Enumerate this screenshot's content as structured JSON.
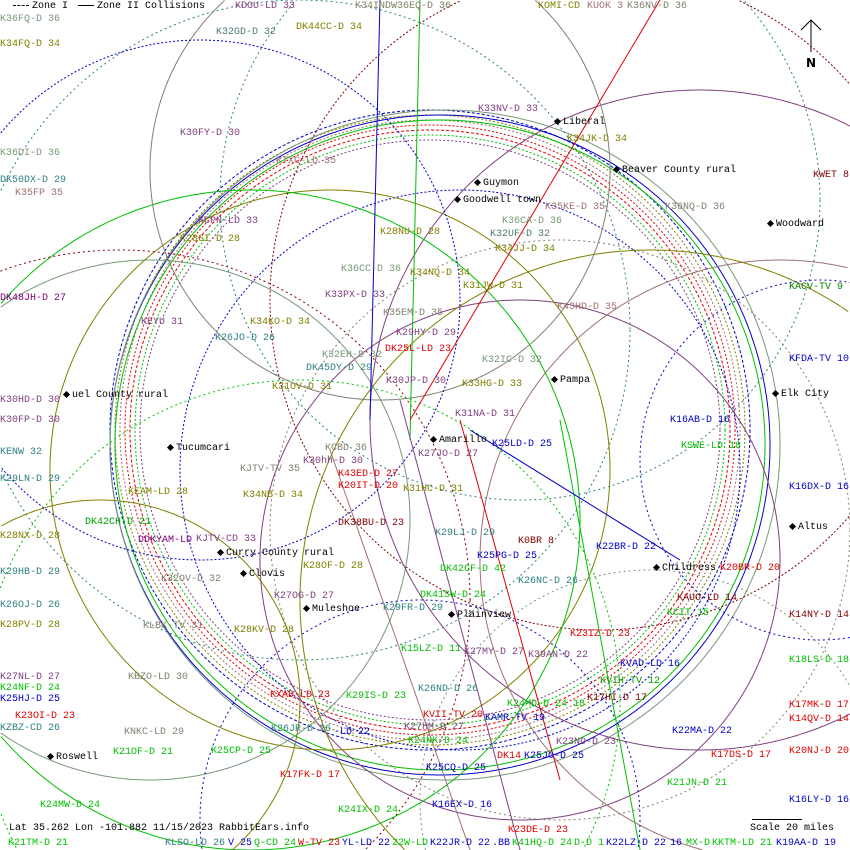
{
  "legend": {
    "zone1": "Zone I",
    "zone2": "Zone II Collisions"
  },
  "footer": {
    "coords": "Lat 35.262 Lon -101.882 11/15/2023 RabbitEars.info",
    "scale": "Scale 20 miles"
  },
  "north": "N",
  "colors": {
    "olive": "#808000",
    "sage": "#789878",
    "purple": "#804080",
    "teal": "#2f8080",
    "green": "#00c000",
    "blue": "#0000c8",
    "red": "#e00000",
    "darkred": "#800000",
    "rose": "#a07070",
    "slate": "#507878",
    "gray": "#808070"
  },
  "cities": [
    "Liberal",
    "Beaver County rural",
    "Guymon",
    "Goodwell town",
    "Woodward",
    "Pampa",
    "Elk City",
    "uel County rural",
    "Tucumcari",
    "Amarillo",
    "Altus",
    "Curry County rural",
    "Childress",
    "Clovis",
    "Muleshoe",
    "Plainview",
    "Roswell"
  ],
  "labels": [
    {
      "text": "K36FQ-D 36",
      "color": "#789878"
    },
    {
      "text": "KDGU-LD 33",
      "color": "#804080"
    },
    {
      "text": "DK44CC-D 34",
      "color": "#808000"
    },
    {
      "text": "K34INDW36EQ-D 36",
      "color": "#808060"
    },
    {
      "text": "KOMI-CD",
      "color": "#808000"
    },
    {
      "text": "KUOK 3",
      "color": "#a07070"
    },
    {
      "text": "K36NV-D 36",
      "color": "#808070"
    },
    {
      "text": "K32GD-D 32",
      "color": "#507878"
    },
    {
      "text": "K34FQ-D 34",
      "color": "#808000"
    },
    {
      "text": "K30FY-D 30",
      "color": "#804080"
    },
    {
      "text": "KTXC-LD 35",
      "color": "#a07070"
    },
    {
      "text": "K36DI-D 36",
      "color": "#789878"
    },
    {
      "text": "DK50DX-D 29",
      "color": "#2f8080"
    },
    {
      "text": "K35FP 35",
      "color": "#a07070"
    },
    {
      "text": "KCPN-LD 33",
      "color": "#804080"
    },
    {
      "text": "K28GI-D 28",
      "color": "#808000"
    },
    {
      "text": "K28NU-D 28",
      "color": "#808000"
    },
    {
      "text": "K36CC-D 36",
      "color": "#789878"
    },
    {
      "text": "K33PX-D 33",
      "color": "#804080"
    },
    {
      "text": "DK48JH-D 27",
      "color": "#800080"
    },
    {
      "text": "K33NV-D 33",
      "color": "#804080"
    },
    {
      "text": "K34JK-D 34",
      "color": "#808000"
    },
    {
      "text": "K35KE-D 35",
      "color": "#a07070"
    },
    {
      "text": "K36CA-D 36",
      "color": "#789878"
    },
    {
      "text": "K36NQ-D 36",
      "color": "#808070"
    },
    {
      "text": "K32UF-D 32",
      "color": "#507878"
    },
    {
      "text": "K34JJ-D 34",
      "color": "#808000"
    },
    {
      "text": "K34NQ-D 34",
      "color": "#808000"
    },
    {
      "text": "K31JW-D 31",
      "color": "#808000"
    },
    {
      "text": "KWET 8",
      "color": "#800000"
    },
    {
      "text": "KACV-TV 9",
      "color": "#008000"
    },
    {
      "text": "K43HD-D 35",
      "color": "#a07070"
    },
    {
      "text": "K34KO-D 34",
      "color": "#808000"
    },
    {
      "text": "K35EM-D 35",
      "color": "#808070"
    },
    {
      "text": "KEYU 31",
      "color": "#804080"
    },
    {
      "text": "K26JO-D 26",
      "color": "#2f8080"
    },
    {
      "text": "K29HY-D 29",
      "color": "#804080"
    },
    {
      "text": "DK25L-LD 23",
      "color": "#e00000"
    },
    {
      "text": "K32EH-D 32",
      "color": "#789878"
    },
    {
      "text": "K32IC-D 32",
      "color": "#789878"
    },
    {
      "text": "DK45DY-D 29",
      "color": "#2f8080"
    },
    {
      "text": "KFDA-TV 10",
      "color": "#0000c8"
    },
    {
      "text": "K30JP-D 30",
      "color": "#804080"
    },
    {
      "text": "K33HG-D 33",
      "color": "#808000"
    },
    {
      "text": "K31OV-D 31",
      "color": "#808000"
    },
    {
      "text": "K30HD-D 30",
      "color": "#804080"
    },
    {
      "text": "K30FP-D 30",
      "color": "#804080"
    },
    {
      "text": "K31NA-D 31",
      "color": "#804080"
    },
    {
      "text": "K16AB-D 16",
      "color": "#0000c8"
    },
    {
      "text": "KENW 32",
      "color": "#2f8080"
    },
    {
      "text": "KCBD 36",
      "color": "#808070"
    },
    {
      "text": "K30hh-D 30",
      "color": "#804080"
    },
    {
      "text": "K25LD-D 25",
      "color": "#0000c8"
    },
    {
      "text": "K27JO-D 27",
      "color": "#804080"
    },
    {
      "text": "KSWE-LD 18",
      "color": "#00c000"
    },
    {
      "text": "KJTV-TV 35",
      "color": "#808070"
    },
    {
      "text": "K43ED-D 27",
      "color": "#e00000"
    },
    {
      "text": "K20IT-D 20",
      "color": "#e00000"
    },
    {
      "text": "K29LN-D 29",
      "color": "#2f8080"
    },
    {
      "text": "K16DX-D 16",
      "color": "#0000c8"
    },
    {
      "text": "KEAM-LD 28",
      "color": "#808000"
    },
    {
      "text": "K34NB-D 34",
      "color": "#808000"
    },
    {
      "text": "K31HC-D 31",
      "color": "#808000"
    },
    {
      "text": "DK42CH-D 21",
      "color": "#00a000"
    },
    {
      "text": "DK38BU-D 23",
      "color": "#800000"
    },
    {
      "text": "DDKYAM-LD",
      "color": "#800080"
    },
    {
      "text": "KJTV-CD 33",
      "color": "#804080"
    },
    {
      "text": "K28NX-D 28",
      "color": "#808000"
    },
    {
      "text": "K29LJ-D 29",
      "color": "#2f8080"
    },
    {
      "text": "K0BR 8",
      "color": "#800000"
    },
    {
      "text": "K22BR-D 22",
      "color": "#0000c8"
    },
    {
      "text": "K25PG-D 25",
      "color": "#0000c8"
    },
    {
      "text": "K28OF-D 28",
      "color": "#808000"
    },
    {
      "text": "DK42CF-D 42",
      "color": "#00c000"
    },
    {
      "text": "K20BR-D 20",
      "color": "#e00000"
    },
    {
      "text": "K29HB-D 29",
      "color": "#2f8080"
    },
    {
      "text": "K26NC-D 26",
      "color": "#2f8080"
    },
    {
      "text": "K32OV-D 32",
      "color": "#808070"
    },
    {
      "text": "KAUO-LD 14",
      "color": "#800000"
    },
    {
      "text": "K27OG-D 27",
      "color": "#804080"
    },
    {
      "text": "K26OJ-D 26",
      "color": "#2f8080"
    },
    {
      "text": "K29FR-D 29",
      "color": "#2f8080"
    },
    {
      "text": "DK41SW-D 24",
      "color": "#00c000"
    },
    {
      "text": "KCIT 15",
      "color": "#00c000"
    },
    {
      "text": "K14NY-D 14",
      "color": "#800000"
    },
    {
      "text": "K28PV-D 28",
      "color": "#808000"
    },
    {
      "text": "KLBK-TV 31",
      "color": "#808070"
    },
    {
      "text": "K28KV-D 28",
      "color": "#808000"
    },
    {
      "text": "K23IZ-D 23",
      "color": "#e00000"
    },
    {
      "text": "K15LZ-D 11",
      "color": "#00c000"
    },
    {
      "text": "K27MY-D 27",
      "color": "#804080"
    },
    {
      "text": "K39AN-D 22",
      "color": "#804080"
    },
    {
      "text": "KVAD-LD 16",
      "color": "#0000c8"
    },
    {
      "text": "K18LS-D 18",
      "color": "#00c000"
    },
    {
      "text": "K27NL-D 27",
      "color": "#804080"
    },
    {
      "text": "KBZO-LD 30",
      "color": "#808070"
    },
    {
      "text": "KVIH-TV 12",
      "color": "#00a000"
    },
    {
      "text": "K24NF-D 24",
      "color": "#00c000"
    },
    {
      "text": "K25HJ-D 25",
      "color": "#0000c8"
    },
    {
      "text": "KXAD-LD 23",
      "color": "#e00000"
    },
    {
      "text": "K29IS-D 23",
      "color": "#00c000"
    },
    {
      "text": "K26ND-D 26",
      "color": "#2f8080"
    },
    {
      "text": "K17HI-D 17",
      "color": "#800000"
    },
    {
      "text": "K24MD-D 24 18",
      "color": "#00c000"
    },
    {
      "text": "K17MK-D 17",
      "color": "#e00000"
    },
    {
      "text": "K23OI-D 23",
      "color": "#e00000"
    },
    {
      "text": "KVII-TV 20",
      "color": "#e00000"
    },
    {
      "text": "KAMR-TV 19",
      "color": "#0000c8"
    },
    {
      "text": "K14QV-D 14",
      "color": "#e00000"
    },
    {
      "text": "KZBZ-CD 26",
      "color": "#2f8080"
    },
    {
      "text": "K27HM-D 27",
      "color": "#804080"
    },
    {
      "text": "K26JR-D 26",
      "color": "#2f8080"
    },
    {
      "text": "K22MA-D 22",
      "color": "#0000c8"
    },
    {
      "text": "-LD 22",
      "color": "#0000c8"
    },
    {
      "text": "KNKC-LD 29",
      "color": "#808070"
    },
    {
      "text": "K24NK-D 24",
      "color": "#00c000"
    },
    {
      "text": "K23ND-D 23",
      "color": "#804080"
    },
    {
      "text": "K25CP-D 25",
      "color": "#00c000"
    },
    {
      "text": "K20NJ-D 20",
      "color": "#e00000"
    },
    {
      "text": "K21OF-D 21",
      "color": "#00c000"
    },
    {
      "text": "DK14",
      "color": "#e00000"
    },
    {
      "text": "K25JO-D 25",
      "color": "#0000c8"
    },
    {
      "text": "K17DS-D 17",
      "color": "#e00000"
    },
    {
      "text": "K25CQ-D 25",
      "color": "#0000c8"
    },
    {
      "text": "K17FK-D 17",
      "color": "#e00000"
    },
    {
      "text": "K21JN-D 21",
      "color": "#00c000"
    },
    {
      "text": "K24MW-D 24",
      "color": "#00c000"
    },
    {
      "text": "K16EX-D 16",
      "color": "#0000c8"
    },
    {
      "text": "K24IX-D 24",
      "color": "#00c000"
    },
    {
      "text": "K16LY-D 16",
      "color": "#0000c8"
    },
    {
      "text": "K23DE-D 23",
      "color": "#e00000"
    },
    {
      "text": "K21TM-D 21",
      "color": "#00c000"
    },
    {
      "text": "KLSO-LD 26",
      "color": "#2f8080"
    },
    {
      "text": "V 25",
      "color": "#0000c8"
    },
    {
      "text": "Q-CD 24",
      "color": "#00c000"
    },
    {
      "text": "W-TV 23",
      "color": "#e00000"
    },
    {
      "text": "YL-LD 22",
      "color": "#0000c8"
    },
    {
      "text": "22W-LD",
      "color": "#00c000"
    },
    {
      "text": "K22JR-D 22",
      "color": "#0000c8"
    },
    {
      "text": ".BB",
      "color": "#0000c8"
    },
    {
      "text": "K41HQ-D 24",
      "color": "#00c000"
    },
    {
      "text": "D-D 1",
      "color": "#00c000"
    },
    {
      "text": "K22LZ-D 22",
      "color": "#0000c8"
    },
    {
      "text": "16",
      "color": "#0000c8"
    },
    {
      "text": "MX-D",
      "color": "#00c000"
    },
    {
      "text": "KKTM-LD 21",
      "color": "#00c000"
    },
    {
      "text": "K19AA-D 19",
      "color": "#0000c8"
    }
  ]
}
